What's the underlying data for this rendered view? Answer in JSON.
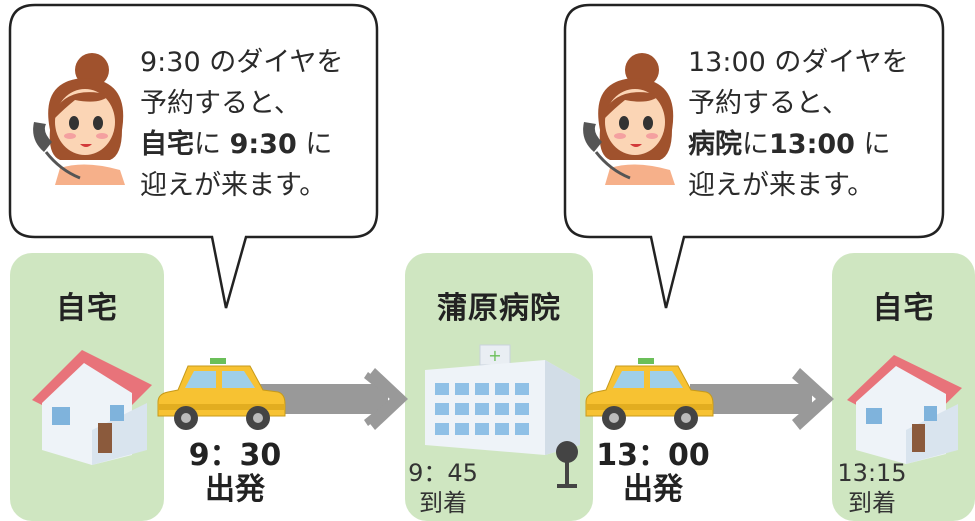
{
  "bubble_left": {
    "line1": "9:30 のダイヤを",
    "line2": "予約すると、",
    "line3_place": "自宅",
    "line3_mid": "に ",
    "line3_time": "9:30",
    "line3_end": " に",
    "line4": "迎えが来ます。"
  },
  "bubble_right": {
    "line1": "13:00 のダイヤを",
    "line2": "予約すると、",
    "line3_place": "病院",
    "line3_mid": "に",
    "line3_time": "13:00",
    "line3_end": " に",
    "line4": "迎えが来ます。"
  },
  "places": {
    "home_start": "自宅",
    "hospital": "蒲原病院",
    "home_end": "自宅"
  },
  "times": {
    "depart1_time": "9：30",
    "depart1_label": "出発",
    "arrive1_time": "9：45",
    "arrive1_label": "到着",
    "depart2_time": "13：00",
    "depart2_label": "出発",
    "arrive2_time": "13:15",
    "arrive2_label": "到着"
  },
  "colors": {
    "panel": "#cfe6c1",
    "taxi": "#f7c232",
    "arrow": "#999999",
    "roof": "#e8737a"
  }
}
